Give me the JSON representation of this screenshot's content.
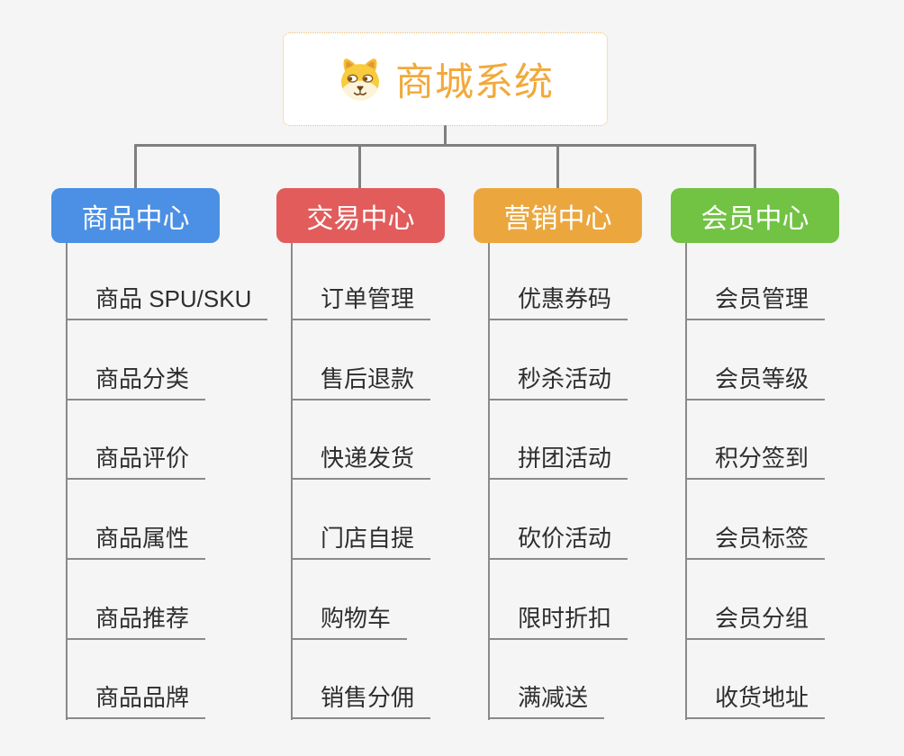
{
  "root": {
    "title": "商城系统",
    "icon": "shiba-dog-icon",
    "title_color": "#f2a93b"
  },
  "branches": [
    {
      "label": "商品中心",
      "color": "#4b90e4",
      "items": [
        "商品 SPU/SKU",
        "商品分类",
        "商品评价",
        "商品属性",
        "商品推荐",
        "商品品牌"
      ]
    },
    {
      "label": "交易中心",
      "color": "#e25c5c",
      "items": [
        "订单管理",
        "售后退款",
        "快递发货",
        "门店自提",
        "购物车",
        "销售分佣"
      ]
    },
    {
      "label": "营销中心",
      "color": "#eba73e",
      "items": [
        "优惠券码",
        "秒杀活动",
        "拼团活动",
        "砍价活动",
        "限时折扣",
        "满减送"
      ]
    },
    {
      "label": "会员中心",
      "color": "#72c244",
      "items": [
        "会员管理",
        "会员等级",
        "积分签到",
        "会员标签",
        "会员分组",
        "收货地址"
      ]
    }
  ],
  "connector_color": "#7f7f7f",
  "background_color": "#f5f5f6"
}
